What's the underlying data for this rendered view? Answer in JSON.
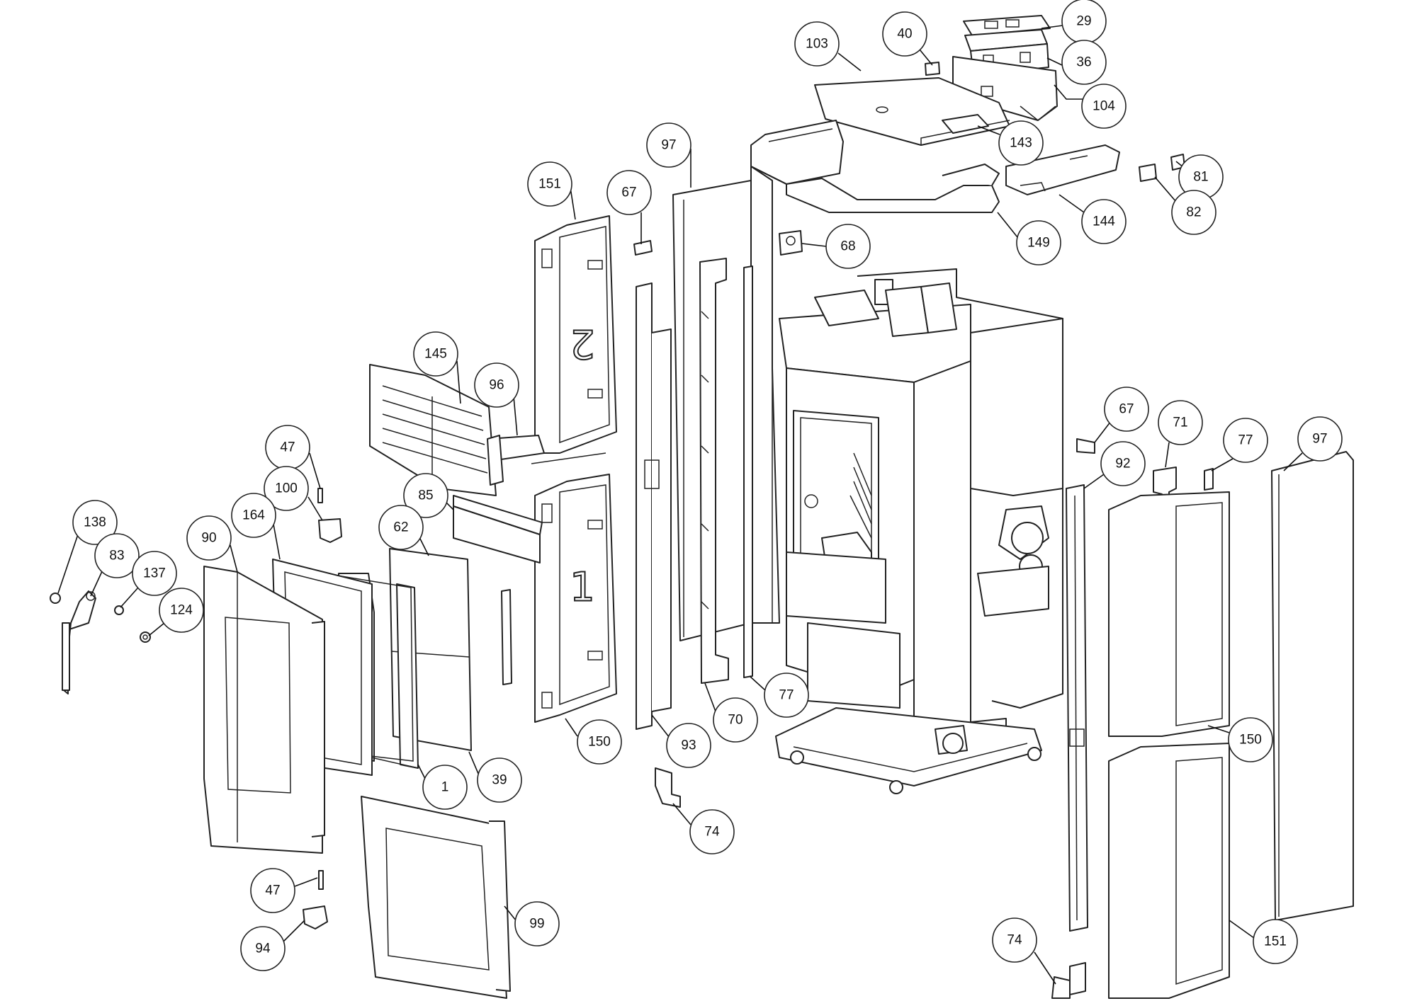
{
  "panel_marks": {
    "upper_panel": "2",
    "lower_panel": "1"
  },
  "callouts": [
    {
      "id": "c1",
      "label": "29"
    },
    {
      "id": "c2",
      "label": "40"
    },
    {
      "id": "c3",
      "label": "103"
    },
    {
      "id": "c4",
      "label": "36"
    },
    {
      "id": "c5",
      "label": "104"
    },
    {
      "id": "c6",
      "label": "143"
    },
    {
      "id": "c7",
      "label": "97"
    },
    {
      "id": "c8",
      "label": "81"
    },
    {
      "id": "c9",
      "label": "151"
    },
    {
      "id": "c10",
      "label": "67"
    },
    {
      "id": "c11",
      "label": "144"
    },
    {
      "id": "c12",
      "label": "82"
    },
    {
      "id": "c13",
      "label": "68"
    },
    {
      "id": "c14",
      "label": "149"
    },
    {
      "id": "c15",
      "label": "145"
    },
    {
      "id": "c16",
      "label": "96"
    },
    {
      "id": "c17",
      "label": "67"
    },
    {
      "id": "c18",
      "label": "47"
    },
    {
      "id": "c19",
      "label": "71"
    },
    {
      "id": "c20",
      "label": "77"
    },
    {
      "id": "c21",
      "label": "97"
    },
    {
      "id": "c22",
      "label": "92"
    },
    {
      "id": "c23",
      "label": "100"
    },
    {
      "id": "c24",
      "label": "85"
    },
    {
      "id": "c25",
      "label": "164"
    },
    {
      "id": "c26",
      "label": "138"
    },
    {
      "id": "c27",
      "label": "90"
    },
    {
      "id": "c28",
      "label": "62"
    },
    {
      "id": "c29",
      "label": "83"
    },
    {
      "id": "c30",
      "label": "137"
    },
    {
      "id": "c31",
      "label": "124"
    },
    {
      "id": "c32",
      "label": "77"
    },
    {
      "id": "c33",
      "label": "70"
    },
    {
      "id": "c34",
      "label": "150"
    },
    {
      "id": "c35",
      "label": "150"
    },
    {
      "id": "c36",
      "label": "93"
    },
    {
      "id": "c37",
      "label": "39"
    },
    {
      "id": "c38",
      "label": "1"
    },
    {
      "id": "c39",
      "label": "74"
    },
    {
      "id": "c40",
      "label": "47"
    },
    {
      "id": "c41",
      "label": "99"
    },
    {
      "id": "c42",
      "label": "94"
    },
    {
      "id": "c43",
      "label": "74"
    },
    {
      "id": "c44",
      "label": "151"
    }
  ]
}
